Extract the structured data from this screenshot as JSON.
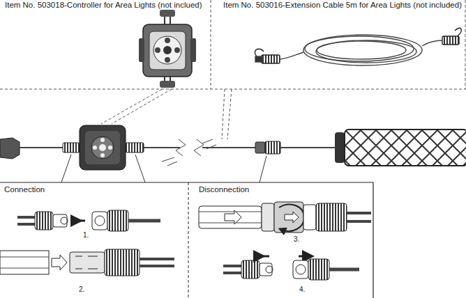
{
  "diagram": {
    "nodes": [
      {
        "text": [
          "Item No. 503018-Controller for Area Lights (not inclued)"
        ]
      },
      {
        "text": [
          "Item No. 503016-Extension Cable 5m for Area Lights (not included)"
        ]
      },
      {
        "text": [
          "Connection"
        ]
      },
      {
        "text": [
          "Disconnection"
        ]
      }
    ],
    "labels": [
      "1.",
      "2.",
      "3.",
      "4."
    ]
  }
}
